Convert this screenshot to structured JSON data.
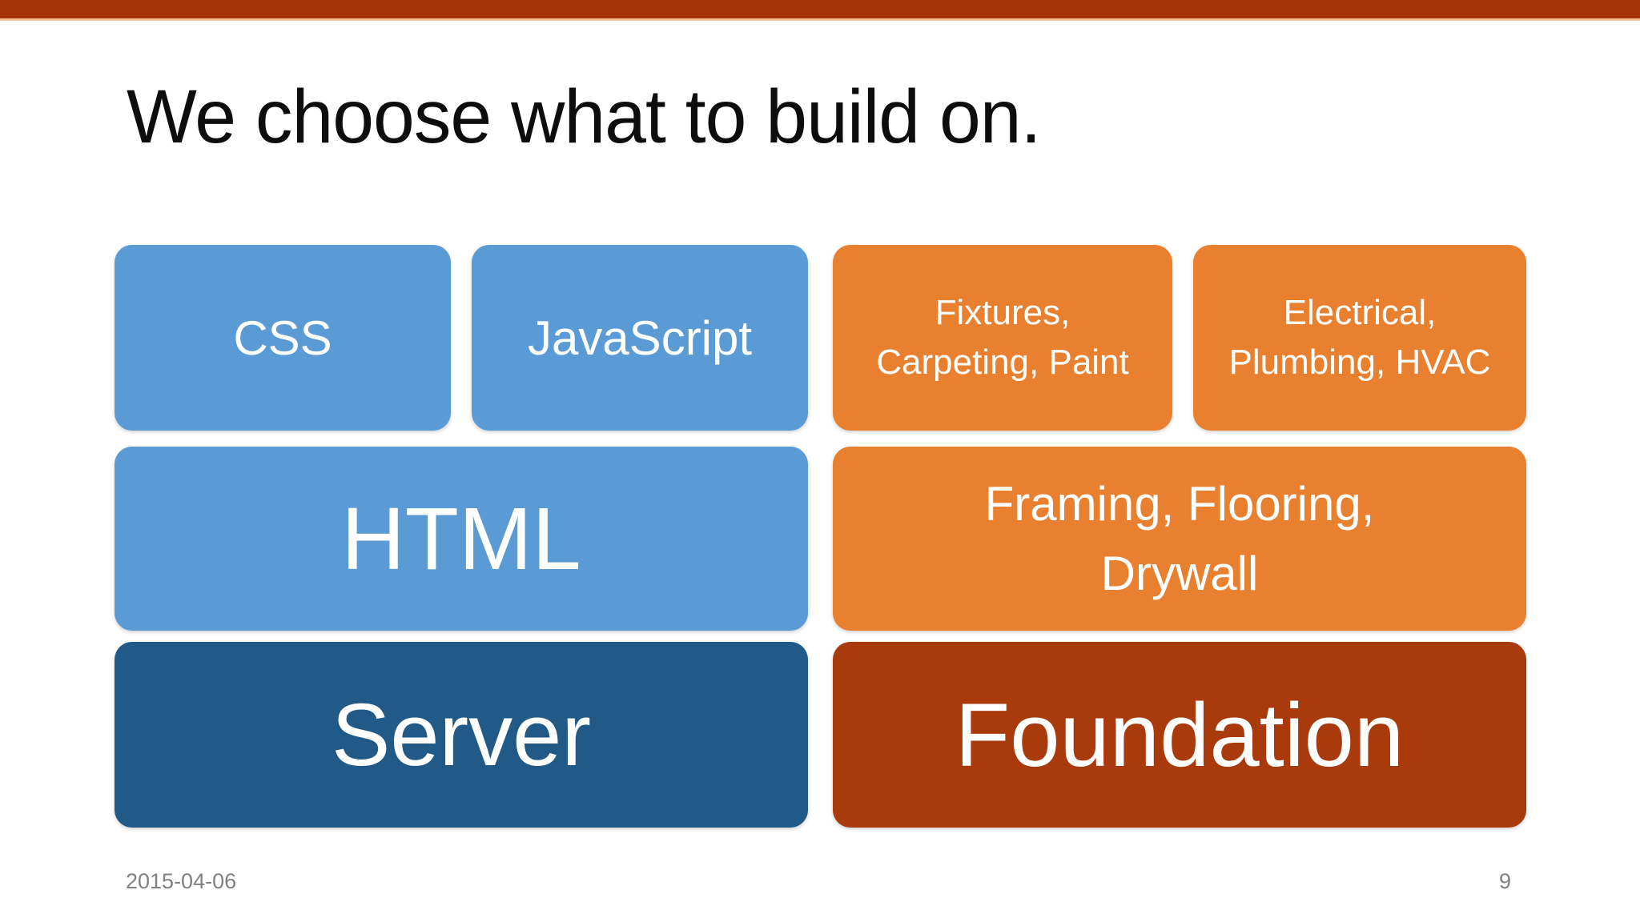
{
  "slide": {
    "title": "We choose what to build on.",
    "footer": {
      "date": "2015-04-06",
      "page_number": "9"
    }
  },
  "web_stack": {
    "css": {
      "label": "CSS"
    },
    "javascript": {
      "label": "JavaScript"
    },
    "html": {
      "label": "HTML"
    },
    "server": {
      "label": "Server"
    }
  },
  "house_stack": {
    "fixtures": {
      "line1": "Fixtures,",
      "line2": "Carpeting, Paint"
    },
    "electrical": {
      "line1": "Electrical,",
      "line2": "Plumbing, HVAC"
    },
    "framing": {
      "line1": "Framing, Flooring,",
      "line2": "Drywall"
    },
    "foundation": {
      "label": "Foundation"
    }
  },
  "colors": {
    "accent_bar": "#a43309",
    "accent_bar_underline": "#eec09a",
    "light_blue": "#5b9bd5",
    "dark_blue": "#215a87",
    "orange": "#e8802f",
    "brick_red": "#a83a0b",
    "title_text": "#0d0d0d",
    "footer_text": "#808080",
    "box_text": "#ffffff"
  }
}
